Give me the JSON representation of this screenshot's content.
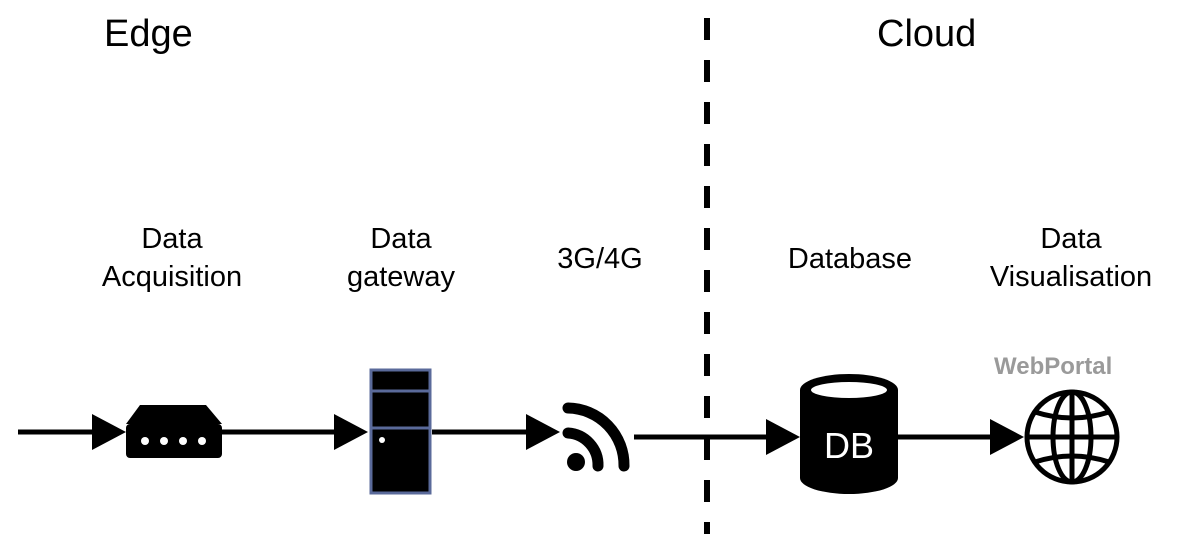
{
  "sections": {
    "edge": "Edge",
    "cloud": "Cloud"
  },
  "stages": [
    {
      "line1": "Data",
      "line2": "Acquisition",
      "icon": "sensor-device-icon"
    },
    {
      "line1": "Data",
      "line2": "gateway",
      "icon": "server-tower-icon"
    },
    {
      "line1": "3G/4G",
      "line2": "",
      "icon": "wireless-signal-icon"
    },
    {
      "line1": "Database",
      "line2": "",
      "icon": "database-icon"
    },
    {
      "line1": "Data",
      "line2": "Visualisation",
      "icon": "globe-icon"
    }
  ],
  "database_icon_text": "DB",
  "webportal_label": "WebPortal",
  "colors": {
    "stroke": "#000000",
    "server_outline": "#5a6a9a",
    "webportal": "#9a9a9a"
  }
}
